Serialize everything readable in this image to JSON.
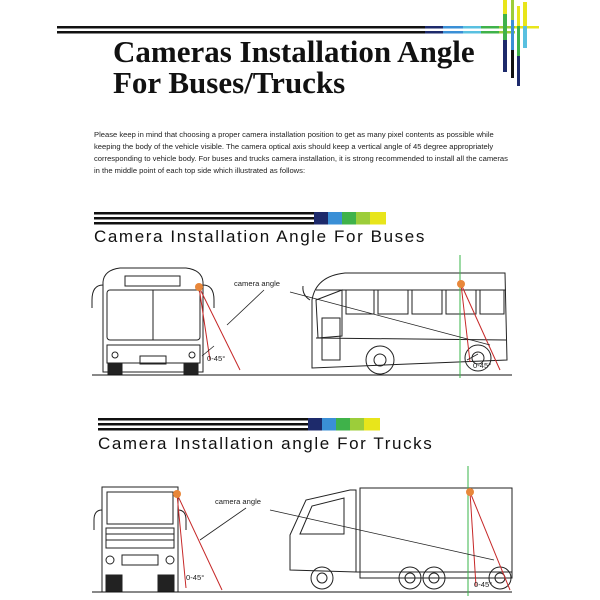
{
  "header": {
    "title_line1": "Cameras Installation Angle",
    "title_line2": "For Buses/Trucks",
    "accent_colors": [
      "#1d2a6b",
      "#3a8fd6",
      "#59c0e0",
      "#3fb24a",
      "#9ccd3a",
      "#e8e51b"
    ]
  },
  "intro_text": "Please keep in mind that choosing a proper camera installation position to get as many pixel contents as possible while keeping the body of the vehicle visible. The camera optical axis should keep a vertical angle of 45 degree appropriately corresponding to vehicle body. For buses and trucks camera installation, it is strong recommended to install all the cameras in the middle point of each top side which illustrated as follows:",
  "buses_section": {
    "heading": "Camera Installation Angle For Buses",
    "label_camera_angle": "camera angle",
    "label_front_angle": "0-45°",
    "label_side_angle": "0-45°"
  },
  "trucks_section": {
    "heading": "Camera Installation angle For Trucks",
    "label_camera_angle": "camera angle",
    "label_front_angle": "0-45°",
    "label_side_angle": "0-45°"
  },
  "colors": {
    "camera_dot": "#e8873a",
    "angle_line": "#c62828",
    "guide_line": "#39b54a"
  }
}
